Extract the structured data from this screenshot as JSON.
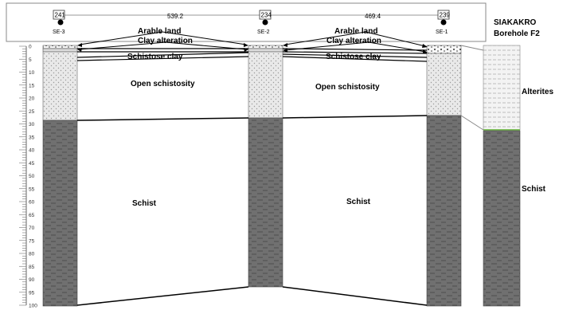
{
  "location": {
    "name": "SIAKAKRO",
    "subtitle": "Borehole F2"
  },
  "boreholes": [
    {
      "id": "SE-3",
      "elevation": "241"
    },
    {
      "id": "SE-2",
      "elevation": "234"
    },
    {
      "id": "SE-1",
      "elevation": "239"
    }
  ],
  "distances": [
    "539.2",
    "469.4"
  ],
  "depth_scale": {
    "min": 0,
    "max": 100,
    "ticks": [
      0,
      5,
      10,
      15,
      20,
      25,
      30,
      35,
      40,
      45,
      50,
      55,
      60,
      65,
      70,
      75,
      80,
      85,
      90,
      95,
      100
    ]
  },
  "layer_labels": {
    "arable_land": "Arable land",
    "clay_alteration": "Clay alteration",
    "schistose_clay": "Schistose clay",
    "open_schistosity": "Open schistosity",
    "schist": "Schist",
    "alterites": "Alterites"
  },
  "columns": [
    {
      "id": "SE-3",
      "arable_land_m": 2,
      "alteration_m": 28,
      "total_m": 100
    },
    {
      "id": "SE-2",
      "arable_land_m": 2,
      "alteration_m": 27,
      "total_m": 92
    },
    {
      "id": "SE-1",
      "arable_land_m": 4,
      "alteration_m": 26,
      "total_m": 100
    },
    {
      "id": "F2",
      "alterites_m": 28,
      "total_m": 100
    }
  ],
  "colors": {
    "schist": "#6f6f6f",
    "alteration": "#e8e8e8",
    "alterites": "#f4f4f4",
    "green_line": "#7fbf5a"
  }
}
